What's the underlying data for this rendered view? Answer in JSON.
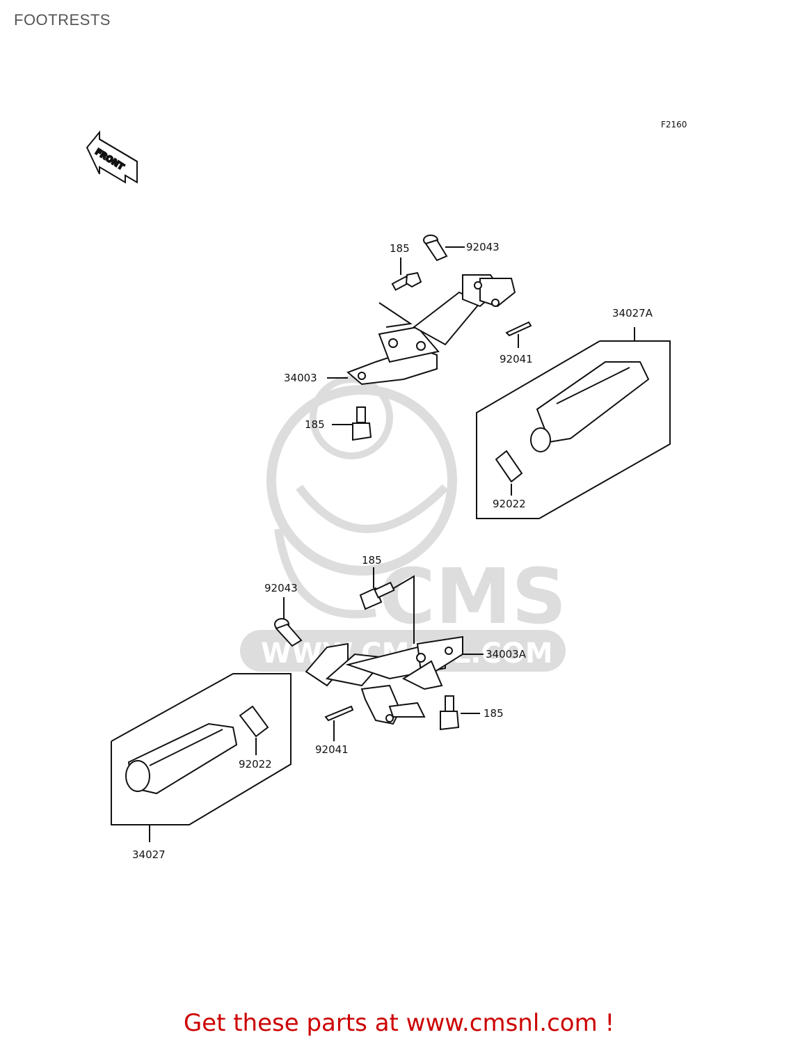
{
  "page": {
    "title": "FOOTRESTS"
  },
  "diagram": {
    "figure_code": "F2160",
    "front_label": "FRONT",
    "callouts": {
      "c1": "185",
      "c2": "92043",
      "c3": "34027A",
      "c4": "92041",
      "c5": "34003",
      "c6": "185",
      "c7": "92022",
      "c8": "185",
      "c9": "92043",
      "c10": "34003A",
      "c11": "185",
      "c12": "92041",
      "c13": "92022",
      "c14": "34027"
    },
    "watermark": {
      "brand": "CMS",
      "url": "WWW.CMSNL.COM"
    }
  },
  "footer": {
    "text": "Get these parts at www.cmsnl.com !",
    "color": "#cc0000"
  }
}
